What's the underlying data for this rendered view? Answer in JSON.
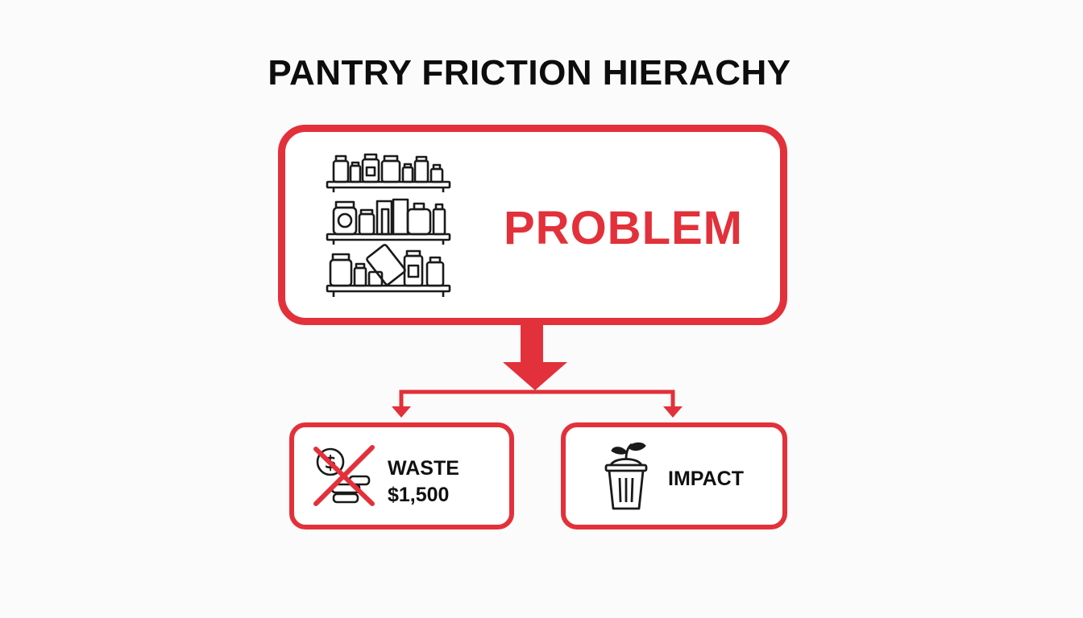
{
  "title": "PANTRY FRICTION HIERACHY",
  "problem": {
    "label": "PROBLEM",
    "icon": "pantry-shelves-icon"
  },
  "waste": {
    "label": "WASTE",
    "amount": "$1,500",
    "icon": "crossed-out-money-icon"
  },
  "impact": {
    "label": "IMPACT",
    "icon": "trash-can-with-sprout-icon"
  },
  "colors": {
    "accent": "#e2313a",
    "text": "#111111",
    "background": "#fbfbfb"
  }
}
